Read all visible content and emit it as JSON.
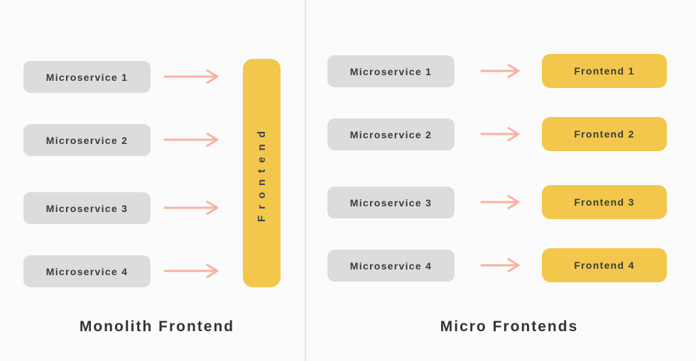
{
  "colors": {
    "background": "#fafbfa",
    "panel_divider": "#e4e6e5",
    "service_box": "#dcdcdc",
    "accent_yellow": "#f2c74b",
    "arrow": "#f8b2a2",
    "text_dark": "#3a3a3a",
    "frontend_bar_text": "#3c4257",
    "title_text": "#333333"
  },
  "monolith": {
    "title": "Monolith Frontend",
    "services": [
      "Microservice 1",
      "Microservice 2",
      "Microservice 3",
      "Microservice 4"
    ],
    "frontend_label": "Frontend"
  },
  "micro": {
    "title": "Micro Frontends",
    "services": [
      "Microservice 1",
      "Microservice 2",
      "Microservice 3",
      "Microservice 4"
    ],
    "frontends": [
      "Frontend 1",
      "Frontend 2",
      "Frontend 3",
      "Frontend 4"
    ]
  }
}
